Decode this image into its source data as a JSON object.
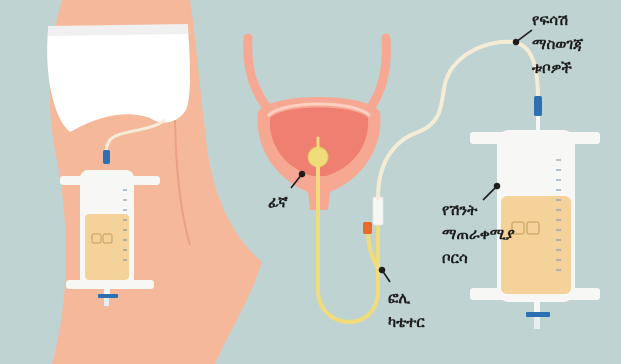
{
  "labels": {
    "tubing": {
      "line1": "የፍሳሽ",
      "line2": "ማስወገጃ",
      "line3": "ቱቦዎች"
    },
    "balloon": "ፊኛ",
    "bag": {
      "line1": "የሽንት",
      "line2": "ማጠራቀሚያ",
      "line3": "ቦርሳ"
    },
    "catheter": {
      "line1": "ፎሊ",
      "line2": "ካቴተር"
    }
  },
  "colors": {
    "background": "#bfd3d2",
    "skin": "#f6b89a",
    "bladder_outer": "#f6a893",
    "bladder_inner": "#ef7f70",
    "catheter": "#f1dc7b",
    "tube": "#f5ecd7",
    "urine": "#f4d29a",
    "bag_frame": "#f7f7f5",
    "valve": "#2e6fb2",
    "clamp": "#e96a2a"
  }
}
